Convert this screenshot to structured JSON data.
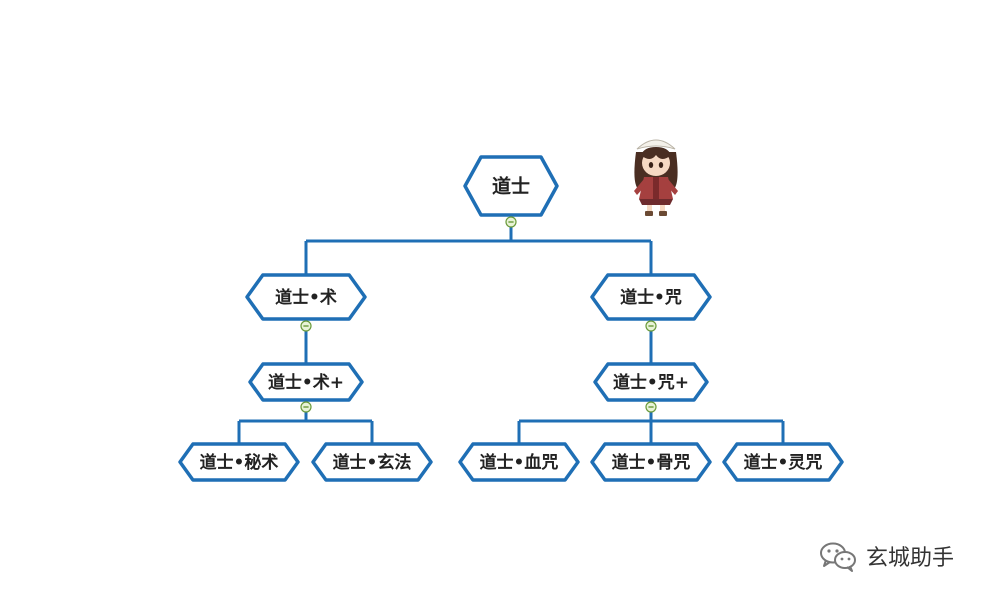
{
  "colors": {
    "line": "#1f6fb5",
    "node_fill": "#ffffff",
    "toggle_border": "#6a9a3a",
    "toggle_fill": "#e8f3d6"
  },
  "nodes": [
    {
      "id": "root",
      "label": "道士"
    },
    {
      "id": "shu",
      "label": "道士•术"
    },
    {
      "id": "zhou",
      "label": "道士•咒"
    },
    {
      "id": "shu_plus",
      "label": "道士•术+"
    },
    {
      "id": "zhou_plus",
      "label": "道士•咒+"
    },
    {
      "id": "mishu",
      "label": "道士•秘术"
    },
    {
      "id": "xuanfa",
      "label": "道士•玄法"
    },
    {
      "id": "xuezhou",
      "label": "道士•血咒"
    },
    {
      "id": "guzhou",
      "label": "道士•骨咒"
    },
    {
      "id": "lingzhou",
      "label": "道士•灵咒"
    }
  ],
  "edges": [
    [
      "root",
      "shu"
    ],
    [
      "root",
      "zhou"
    ],
    [
      "shu",
      "shu_plus"
    ],
    [
      "zhou",
      "zhou_plus"
    ],
    [
      "shu_plus",
      "mishu"
    ],
    [
      "shu_plus",
      "xuanfa"
    ],
    [
      "zhou_plus",
      "xuezhou"
    ],
    [
      "zhou_plus",
      "guzhou"
    ],
    [
      "zhou_plus",
      "lingzhou"
    ]
  ],
  "character": {
    "icon": "chibi-character-icon"
  },
  "watermark": {
    "icon": "wechat-icon",
    "text": "玄城助手"
  }
}
